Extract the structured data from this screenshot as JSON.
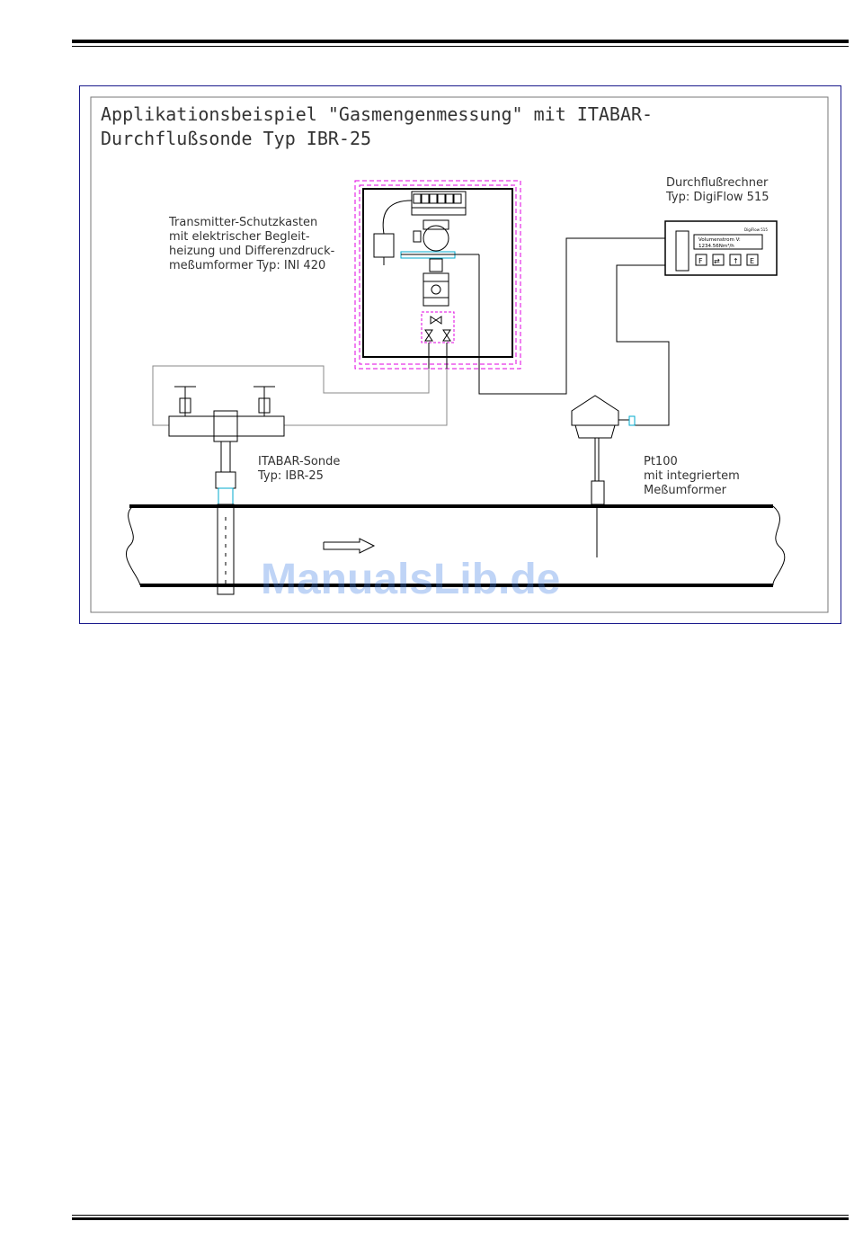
{
  "title": {
    "line1": "Applikationsbeispiel \"Gasmengenmessung\" mit ITABAR-",
    "line2": "Durchflußsonde Typ IBR-25"
  },
  "labels": {
    "transmitter": [
      "Transmitter-Schutzkasten",
      "mit elektrischer Begleit-",
      "heizung und Differenzdruck-",
      "meßumformer Typ: INI 420"
    ],
    "computer": [
      "Durchflußrechner",
      "Typ: DigiFlow 515"
    ],
    "probe": [
      "ITABAR-Sonde",
      "Typ: IBR-25"
    ],
    "pt100": [
      "Pt100",
      "mit integriertem",
      "Meßumformer"
    ]
  },
  "display": {
    "brand": "DigiFlow 515",
    "line1": "Volumenstrom V:",
    "line2": "1234.56Nm³/h",
    "keys": [
      "F",
      "⇄",
      "↑",
      "E"
    ]
  },
  "watermark": "ManualsLib.de",
  "colors": {
    "frame": "#1a1a8c",
    "enclosure": "#e000e0",
    "accent": "#00aacc"
  }
}
